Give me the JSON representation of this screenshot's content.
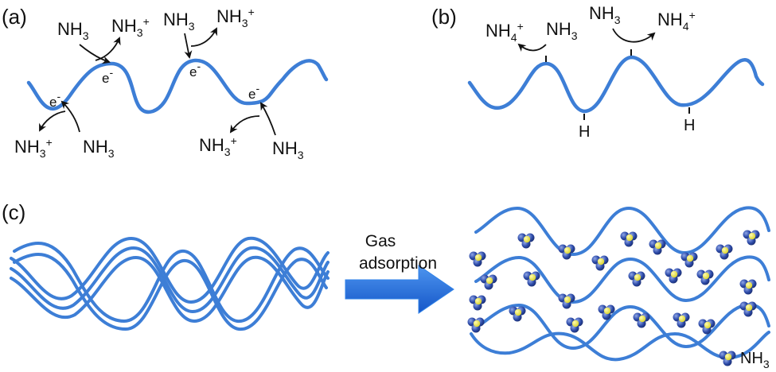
{
  "figure": {
    "colors": {
      "wave": "#3d7ed6",
      "arrow": "#1a5fd0",
      "arrow_edge": "#2f82e8",
      "molecule_body": "#2c4aa8",
      "molecule_highlight": "#e3e33a",
      "text": "#111111"
    },
    "panel_a": {
      "label": "(a)",
      "species": {
        "nh3_1": {
          "base": "NH",
          "sub": "3",
          "sup": ""
        },
        "nh3p_1": {
          "base": "NH",
          "sub": "3",
          "sup": "+"
        },
        "nh3_2": {
          "base": "NH",
          "sub": "3",
          "sup": ""
        },
        "nh3p_2": {
          "base": "NH",
          "sub": "3",
          "sup": "+"
        },
        "nh3p_3": {
          "base": "NH",
          "sub": "3",
          "sup": "+"
        },
        "nh3_3": {
          "base": "NH",
          "sub": "3",
          "sup": ""
        },
        "nh3p_4": {
          "base": "NH",
          "sub": "3",
          "sup": "+"
        },
        "nh3_4": {
          "base": "NH",
          "sub": "3",
          "sup": ""
        }
      },
      "electron": {
        "base": "e",
        "sup": "-"
      }
    },
    "panel_b": {
      "label": "(b)",
      "species": {
        "nh4p_1": {
          "base": "NH",
          "sub": "4",
          "sup": "+"
        },
        "nh3_1": {
          "base": "NH",
          "sub": "3",
          "sup": ""
        },
        "nh3_2": {
          "base": "NH",
          "sub": "3",
          "sup": ""
        },
        "nh4p_2": {
          "base": "NH",
          "sub": "4",
          "sup": "+"
        }
      },
      "hydrogen_label": "H"
    },
    "panel_c": {
      "label": "(c)",
      "arrow_text_line1": "Gas",
      "arrow_text_line2": "adsorption",
      "legend": {
        "base": "NH",
        "sub": "3",
        "icon": "ammonia-molecule-icon"
      }
    }
  }
}
